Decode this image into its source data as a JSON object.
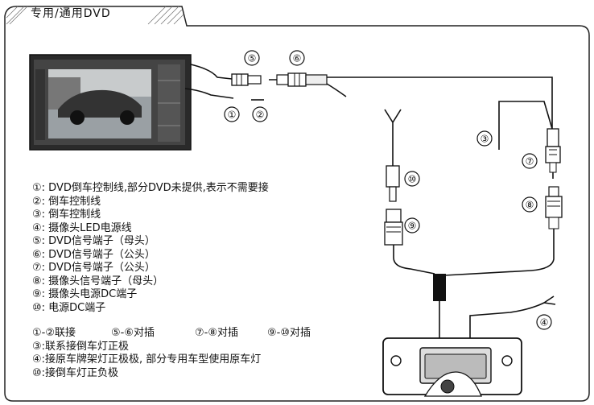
{
  "header": {
    "title": "专用/通用DVD"
  },
  "callouts": {
    "c1": "①",
    "c2": "②",
    "c3": "③",
    "c4": "④",
    "c5": "⑤",
    "c6": "⑥",
    "c7": "⑦",
    "c8": "⑧",
    "c9": "⑨",
    "c10": "⑩"
  },
  "parts": [
    "①: DVD倒车控制线,部分DVD未提供,表示不需要接",
    "②:  倒车控制线",
    "③:  倒车控制线",
    "④:  摄像头LED电源线",
    "⑤: DVD信号端子（母头）",
    "⑥: DVD信号端子（公头）",
    "⑦: DVD信号端子（公头）",
    "⑧:  摄像头信号端子（母头）",
    "⑨:  摄像头电源DC端子",
    "⑩:  电源DC端子"
  ],
  "connections": {
    "pairs": [
      "①-②联接",
      "⑤-⑥对插",
      "⑦-⑧对插",
      "⑨-⑩对插"
    ],
    "lines": [
      "③:联系接倒车灯正极",
      "④:接原车牌架灯正极极, 部分专用车型使用原车灯",
      "⑩:接倒车灯正负极"
    ]
  }
}
